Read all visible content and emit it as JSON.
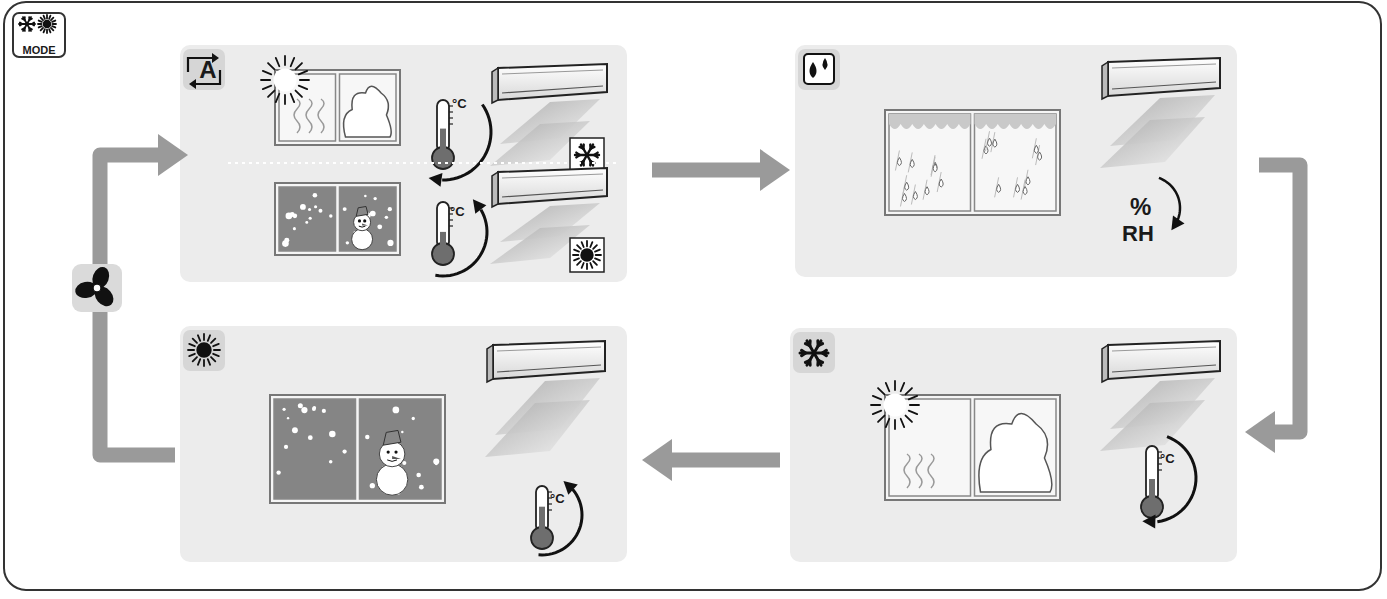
{
  "diagram": {
    "nodes": [
      {
        "text": [
          "MODE"
        ]
      },
      {
        "text": [
          "°C",
          "°C"
        ]
      },
      {
        "text": [
          "A"
        ],
        "in": 1
      },
      {
        "text": [
          "%",
          "RH"
        ]
      },
      {
        "text": [
          "°C"
        ]
      },
      {
        "text": [
          "°C"
        ]
      }
    ],
    "edges": [
      {
        "from": 1,
        "to": 3,
        "arrow": "to"
      },
      {
        "from": 3,
        "to": 4,
        "arrow": "to"
      },
      {
        "from": 4,
        "to": 5,
        "arrow": "to"
      },
      {
        "from": 5,
        "to": 1,
        "arrow": "to"
      }
    ]
  }
}
